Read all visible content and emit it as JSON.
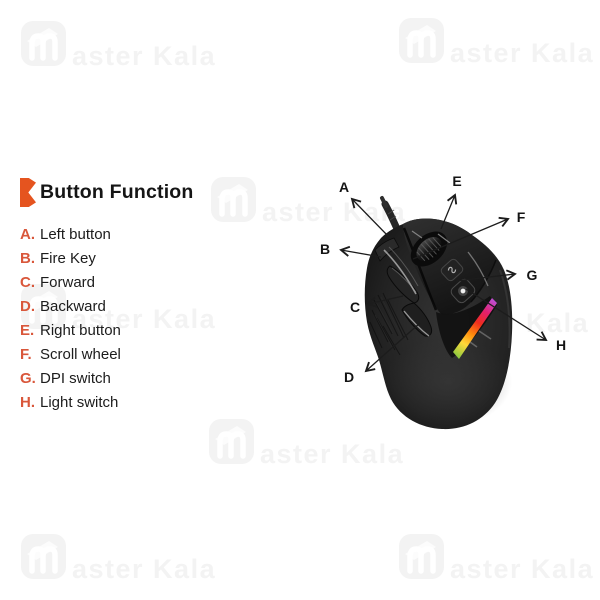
{
  "page": {
    "background": "#ffffff"
  },
  "header": {
    "title": "Button Function",
    "bracket_color": "#e5541f"
  },
  "legend": {
    "key_color": "#d9573b",
    "items": [
      {
        "key": "A.",
        "label": "Left button"
      },
      {
        "key": "B.",
        "label": "Fire Key"
      },
      {
        "key": "C.",
        "label": "Forward"
      },
      {
        "key": "D.",
        "label": "Backward"
      },
      {
        "key": "E.",
        "label": "Right button"
      },
      {
        "key": "F.",
        "label": "Scroll wheel"
      },
      {
        "key": "G.",
        "label": "DPI switch"
      },
      {
        "key": "H.",
        "label": "Light switch"
      }
    ]
  },
  "diagram": {
    "callouts": [
      {
        "id": "A"
      },
      {
        "id": "B"
      },
      {
        "id": "C"
      },
      {
        "id": "D"
      },
      {
        "id": "E"
      },
      {
        "id": "F"
      },
      {
        "id": "G"
      },
      {
        "id": "H"
      }
    ],
    "rgb_strip_colors": [
      "#c04ccf",
      "#e2206e",
      "#ef2d1e",
      "#ff8d0d",
      "#ffd93a",
      "#8cc93f"
    ],
    "mouse_color": "#1a1a1a"
  },
  "watermark": {
    "text_full": "Master Kala",
    "text_after_logo": "aster Kala",
    "color": "#f3f3f3"
  }
}
